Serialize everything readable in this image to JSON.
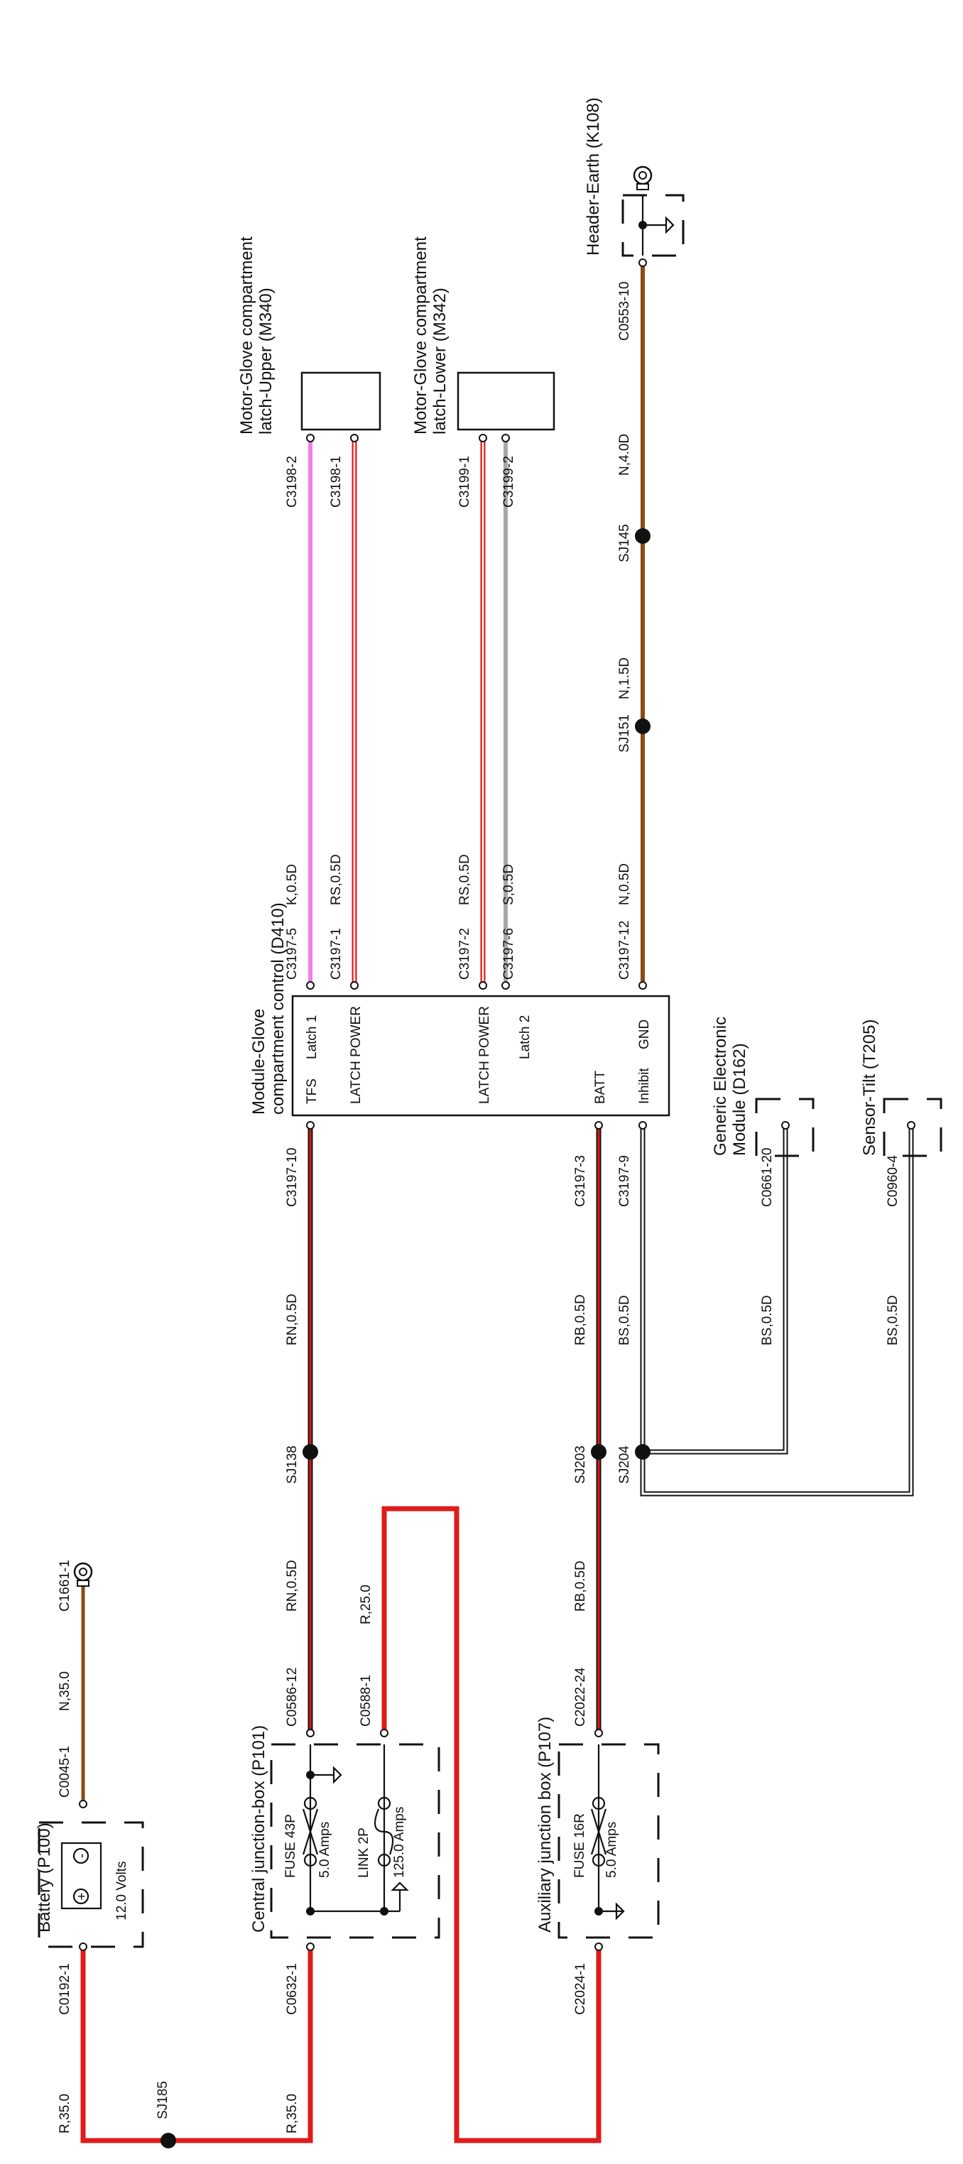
{
  "colors": {
    "red": "#e01b1b",
    "brown": "#8a4b14",
    "pink": "#ee7fe8",
    "grey": "#a8a8a8",
    "black": "#111111"
  },
  "components": {
    "battery": {
      "title": "Battery (P100)",
      "rating": "12.0 Volts",
      "plus": "+",
      "minus": "-"
    },
    "central_jb": {
      "title": "Central junction-box (P101)"
    },
    "aux_jb": {
      "title": "Auxiliary junction box (P107)"
    },
    "module": {
      "title": "Module-Glove compartment control (D410)",
      "pins": {
        "tfs": "TFS",
        "latch1": "Latch 1",
        "latch_power_1": "LATCH POWER",
        "latch_power_2": "LATCH POWER",
        "latch2": "Latch 2",
        "batt": "BATT",
        "inhibit": "Inhibit",
        "gnd": "GND"
      }
    },
    "motor_upper": {
      "title": "Motor-Glove compartment latch-Upper (M340)"
    },
    "motor_lower": {
      "title": "Motor-Glove compartment latch-Lower (M342)"
    },
    "header_earth": {
      "title": "Header-Earth (K108)"
    },
    "gem": {
      "title": "Generic Electronic Module (D162)"
    },
    "sensor_tilt": {
      "title": "Sensor-Tilt (T205)"
    }
  },
  "fuses": {
    "f43p": {
      "name": "FUSE 43P",
      "rating": "5.0 Amps"
    },
    "link2p": {
      "name": "LINK 2P",
      "rating": "125.0 Amps"
    },
    "f16r": {
      "name": "FUSE 16R",
      "rating": "5.0 Amps"
    }
  },
  "connectors": {
    "c0192_1": "C0192-1",
    "c0045_1": "C0045-1",
    "c1661_1": "C1661-1",
    "c0632_1": "C0632-1",
    "c0586_12": "C0586-12",
    "c0588_1": "C0588-1",
    "c2024_1": "C2024-1",
    "c2022_24": "C2022-24",
    "c3197_10": "C3197-10",
    "c3197_3": "C3197-3",
    "c3197_9": "C3197-9",
    "c3197_5": "C3197-5",
    "c3197_1": "C3197-1",
    "c3197_2": "C3197-2",
    "c3197_6": "C3197-6",
    "c3197_12": "C3197-12",
    "c3198_2": "C3198-2",
    "c3198_1": "C3198-1",
    "c3199_1": "C3199-1",
    "c3199_2": "C3199-2",
    "c0553_10": "C0553-10",
    "c0661_20": "C0661-20",
    "c0960_4": "C0960-4"
  },
  "splices": {
    "sj185": "SJ185",
    "sj138": "SJ138",
    "sj203": "SJ203",
    "sj204": "SJ204",
    "sj151": "SJ151",
    "sj145": "SJ145"
  },
  "wires": {
    "r35_a": "R,35.0",
    "r35_b": "R,35.0",
    "n35": "N,35.0",
    "rn05_a": "RN,0.5D",
    "rn05_b": "RN,0.5D",
    "r25": "R,25.0",
    "rb05_a": "RB,0.5D",
    "rb05_b": "RB,0.5D",
    "bs05_a": "BS,0.5D",
    "bs05_b": "BS,0.5D",
    "bs05_c": "BS,0.5D",
    "k05": "K,0.5D",
    "rs05_a": "RS,0.5D",
    "rs05_b": "RS,0.5D",
    "s05": "S,0.5D",
    "n05": "N,0.5D",
    "n15": "N,1.5D",
    "n40": "N,4.0D"
  }
}
